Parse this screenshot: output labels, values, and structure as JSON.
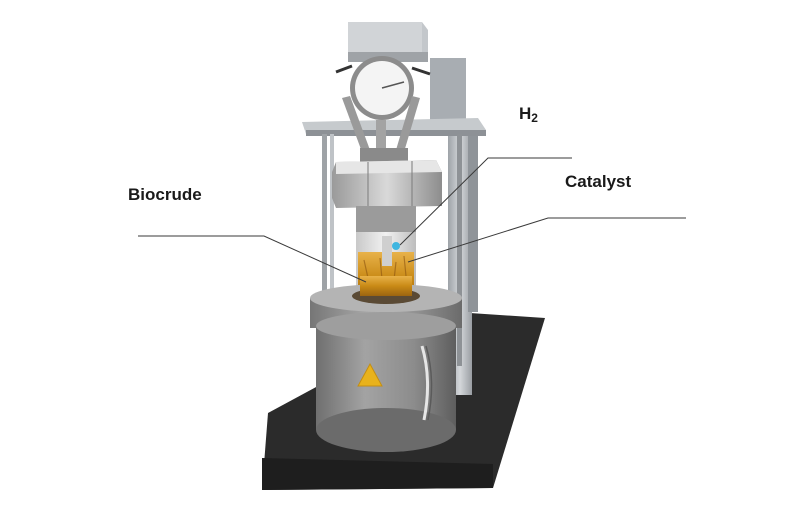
{
  "labels": {
    "h2_main": "H",
    "h2_sub": "2",
    "catalyst": "Catalyst",
    "biocrude": "Biocrude"
  },
  "colors": {
    "background": "#ffffff",
    "label_text": "#1a1a1a",
    "leader_line": "#3a3a3a",
    "base_plate": "#2b2b2b",
    "frame_gray": "#b9bdc1",
    "vessel_gray": "#8e8e8e",
    "liquid_amber": "#c98a16",
    "warning_triangle": "#e8b21c"
  },
  "icons": {
    "reactor": "reactor-icon",
    "warning": "warning-triangle-icon",
    "pressure_gauge": "pressure-gauge-icon"
  }
}
